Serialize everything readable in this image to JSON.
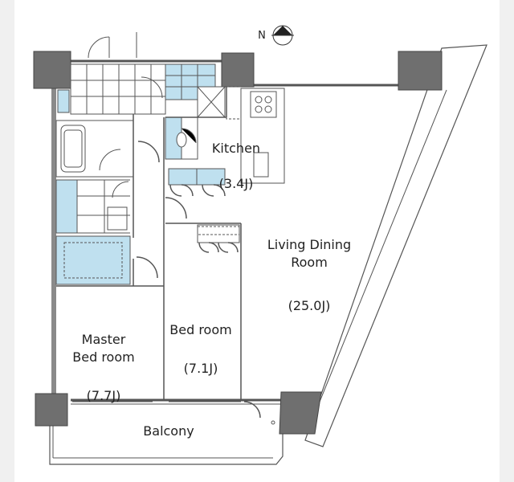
{
  "rooms": {
    "kitchen": {
      "name": "Kitchen",
      "size": "(3.4J)"
    },
    "living": {
      "name": "Living Dining\nRoom",
      "size": "(25.0J)"
    },
    "master": {
      "name": "Master\nBed room",
      "size": "(7.7J)"
    },
    "bedroom": {
      "name": "Bed room",
      "size": "(7.1J)"
    },
    "balcony": {
      "name": "Balcony"
    }
  },
  "compass": {
    "letter": "N"
  },
  "colors": {
    "wall": "#6b6b6b",
    "column": "#6f6f6f",
    "fixture_blue": "#bfe0ef",
    "line": "#555555"
  }
}
